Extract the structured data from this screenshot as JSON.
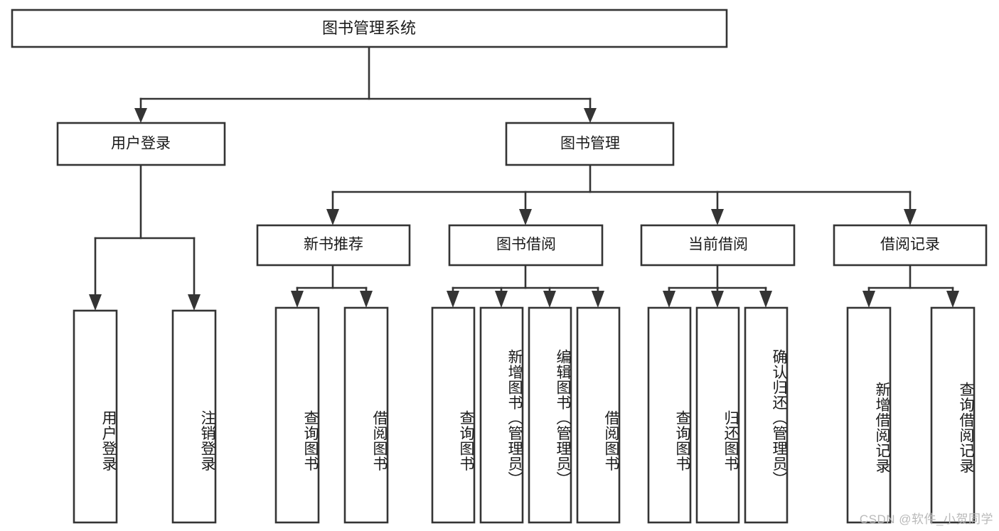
{
  "diagram": {
    "type": "tree-hierarchy-chart",
    "title": "图书管理系统",
    "watermark": "CSDN @软件_小贺同学",
    "colors": {
      "stroke": "#343434",
      "fill": "#ffffff",
      "text": "#1a1a1a",
      "watermark": "#b9b9b9",
      "background": "#ffffff"
    },
    "levels": [
      {
        "level": 1,
        "nodes": [
          {
            "id": "root",
            "label": "图书管理系统",
            "orientation": "horizontal"
          }
        ]
      },
      {
        "level": 2,
        "nodes": [
          {
            "id": "user-login",
            "label": "用户登录",
            "orientation": "horizontal",
            "parent": "root"
          },
          {
            "id": "book-manage",
            "label": "图书管理",
            "orientation": "horizontal",
            "parent": "root"
          }
        ]
      },
      {
        "level": 3,
        "nodes": [
          {
            "id": "new-book-rec",
            "label": "新书推荐",
            "orientation": "horizontal",
            "parent": "book-manage"
          },
          {
            "id": "book-borrow",
            "label": "图书借阅",
            "orientation": "horizontal",
            "parent": "book-manage"
          },
          {
            "id": "current-borrow",
            "label": "当前借阅",
            "orientation": "horizontal",
            "parent": "book-manage"
          },
          {
            "id": "borrow-record",
            "label": "借阅记录",
            "orientation": "horizontal",
            "parent": "book-manage"
          }
        ]
      },
      {
        "level": 4,
        "nodes": [
          {
            "id": "leaf-user-login",
            "label": "用户登录",
            "orientation": "vertical",
            "parent": "user-login"
          },
          {
            "id": "leaf-logout",
            "label": "注销登录",
            "orientation": "vertical",
            "parent": "user-login"
          },
          {
            "id": "leaf-query-book-1",
            "label": "查询图书",
            "orientation": "vertical",
            "parent": "new-book-rec"
          },
          {
            "id": "leaf-borrow-book-1",
            "label": "借阅图书",
            "orientation": "vertical",
            "parent": "new-book-rec"
          },
          {
            "id": "leaf-query-book-2",
            "label": "查询图书",
            "orientation": "vertical",
            "parent": "book-borrow"
          },
          {
            "id": "leaf-add-book",
            "label": "新增图书（管理员）",
            "orientation": "vertical",
            "parent": "book-borrow"
          },
          {
            "id": "leaf-edit-book",
            "label": "编辑图书（管理员）",
            "orientation": "vertical",
            "parent": "book-borrow"
          },
          {
            "id": "leaf-borrow-book-2",
            "label": "借阅图书",
            "orientation": "vertical",
            "parent": "book-borrow"
          },
          {
            "id": "leaf-query-book-3",
            "label": "查询图书",
            "orientation": "vertical",
            "parent": "current-borrow"
          },
          {
            "id": "leaf-return-book",
            "label": "归还图书",
            "orientation": "vertical",
            "parent": "current-borrow"
          },
          {
            "id": "leaf-confirm-return",
            "label": "确认归还（管理员）",
            "orientation": "vertical",
            "parent": "current-borrow"
          },
          {
            "id": "leaf-add-record",
            "label": "新增借阅记录",
            "orientation": "vertical",
            "parent": "borrow-record"
          },
          {
            "id": "leaf-query-record",
            "label": "查询借阅记录",
            "orientation": "vertical",
            "parent": "borrow-record"
          }
        ]
      }
    ]
  }
}
